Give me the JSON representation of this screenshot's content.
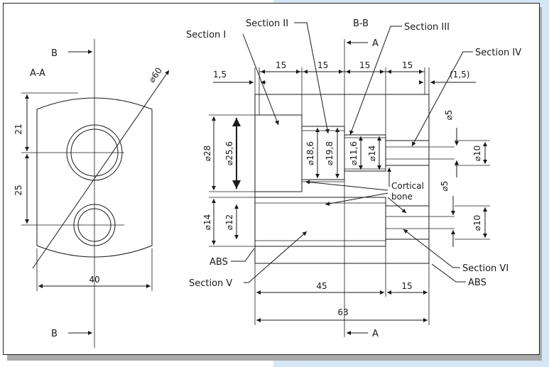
{
  "view_left": {
    "title": "A-A",
    "cut_label_top": "B",
    "cut_label_bottom": "B",
    "dim_top": "21",
    "dim_bottom": "25",
    "dim_width": "40",
    "dim_diameter": "⌀60"
  },
  "view_right": {
    "title": "B-B",
    "cut_label_top": "A",
    "cut_label_bottom": "A",
    "section_labels": {
      "s1": "Section I",
      "s2": "Section II",
      "s3": "Section III",
      "s4": "Section IV",
      "s5": "Section V",
      "s6": "Section VI"
    },
    "material_labels": {
      "abs_left": "ABS",
      "abs_right": "ABS",
      "cortical_line1": "Cortical",
      "cortical_line2": "bone"
    },
    "top_dims": [
      "1,5",
      "15",
      "15",
      "15",
      "15",
      "(1,5)"
    ],
    "bottom_dims": {
      "d45": "45",
      "d15": "15",
      "d63": "63"
    },
    "diameters": {
      "d28": "⌀28",
      "d25_6": "⌀25,6",
      "d18_6": "⌀18,6",
      "d19_8": "⌀19,8",
      "d11_6": "⌀11,6",
      "d14_top": "⌀14",
      "d5_top": "⌀5",
      "d10_top": "⌀10",
      "d14_bottom": "⌀14",
      "d12": "⌀12",
      "d5_bottom": "⌀5",
      "d10_bottom": "⌀10"
    }
  }
}
